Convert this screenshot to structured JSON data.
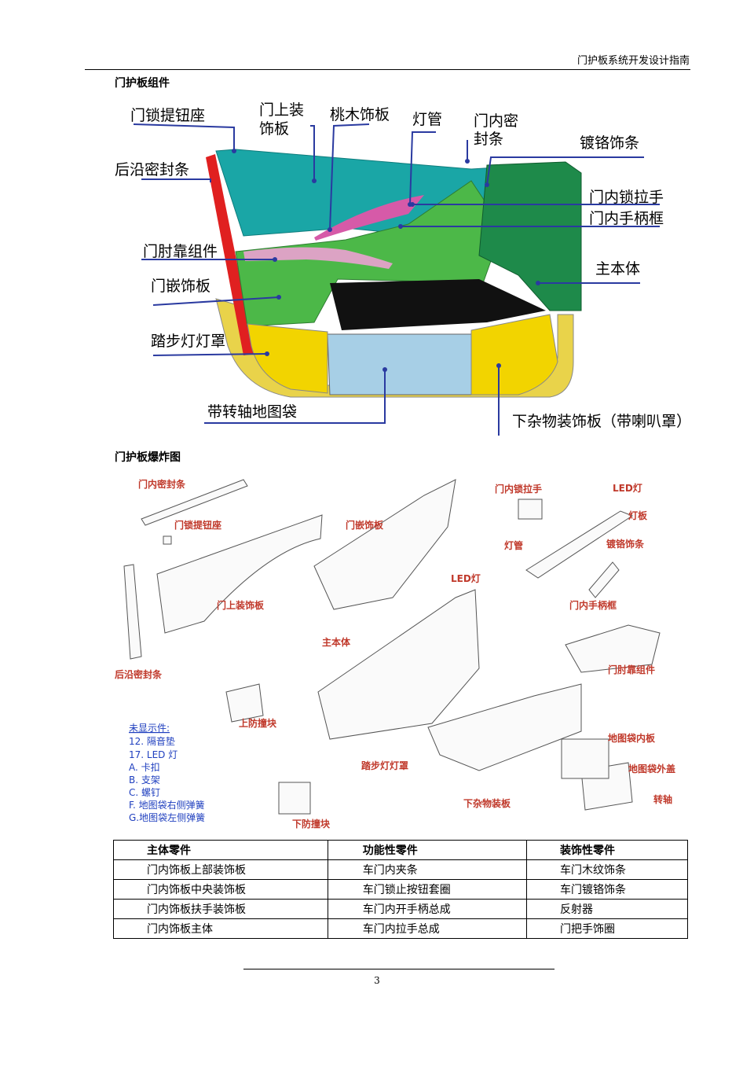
{
  "header": {
    "title": "门护板系统开发设计指南"
  },
  "section1": {
    "title": "门护板组件",
    "labels": {
      "l1": "门锁提钮座",
      "l2a": "门上装",
      "l2b": "饰板",
      "l3": "桃木饰板",
      "l4": "灯管",
      "l5a": "门内密",
      "l5b": "封条",
      "l6": "镀铬饰条",
      "l7": "后沿密封条",
      "l8": "门内锁拉手",
      "l9": "门内手柄框",
      "l10": "门肘靠组件",
      "l11": "主本体",
      "l12": "门嵌饰板",
      "l13": "踏步灯灯罩",
      "l14": "带转轴地图袋",
      "l15": "下杂物装饰板（带喇叭罩）"
    }
  },
  "section2": {
    "title": "门护板爆炸图",
    "labels": {
      "e1": "门内密封条",
      "e2": "门锁提钮座",
      "e3": "门嵌饰板",
      "e4": "门内锁拉手",
      "e5": "LED灯",
      "e6": "灯板",
      "e7": "镀铬饰条",
      "e8": "灯管",
      "e9": "LED灯",
      "e10": "门上装饰板",
      "e11": "门内手柄框",
      "e12": "主本体",
      "e13": "后沿密封条",
      "e14": "门肘靠组件",
      "e15": "上防撞块",
      "e16": "地图袋内板",
      "e17": "踏步灯灯罩",
      "e18": "地图袋外盖",
      "e19": "下杂物装板",
      "e20": "转轴",
      "e21": "下防撞块"
    },
    "notes": {
      "title": "未显示件:",
      "items": [
        "12. 隔音垫",
        "17. LED 灯",
        "A. 卡扣",
        "B. 支架",
        "C. 螺钉",
        "F. 地图袋右侧弹簧",
        "G.地图袋左侧弹簧"
      ]
    }
  },
  "table": {
    "headers": [
      "主体零件",
      "功能性零件",
      "装饰性零件"
    ],
    "rows": [
      [
        "门内饰板上部装饰板",
        "车门内夹条",
        "车门木纹饰条"
      ],
      [
        "门内饰板中央装饰板",
        "车门锁止按钮套圈",
        "车门镀铬饰条"
      ],
      [
        "门内饰板扶手装饰板",
        "车门内开手柄总成",
        "反射器"
      ],
      [
        "门内饰板主体",
        "车门内拉手总成",
        "门把手饰圈"
      ]
    ]
  },
  "footer": {
    "page_number": "3"
  },
  "colors": {
    "teal": "#1aa6a6",
    "green": "#4cb848",
    "dark_green": "#1e8a4a",
    "yellow": "#f2d400",
    "light_blue": "#a7cfe6",
    "pink": "#d65aa8",
    "red": "#e02020",
    "label_red": "#c0392b",
    "note_blue": "#1f3fbf"
  }
}
